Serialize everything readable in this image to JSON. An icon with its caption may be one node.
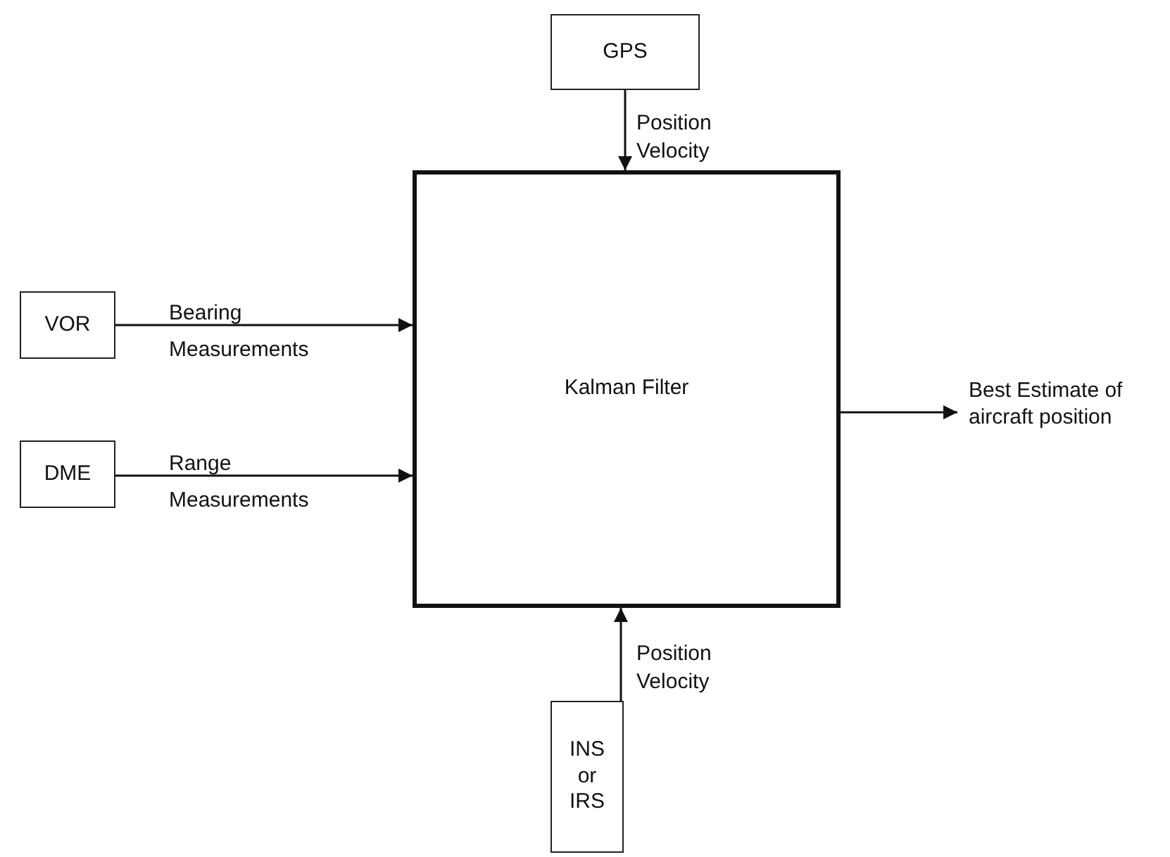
{
  "diagram": {
    "nodes": [
      {
        "text": [
          "GPS"
        ]
      },
      {
        "text": [
          "VOR"
        ]
      },
      {
        "text": [
          "Kalman Filter"
        ]
      },
      {
        "text": [
          "Best Estimate of aircraft position"
        ]
      },
      {
        "text": [
          "DME"
        ]
      },
      {
        "text": [
          "INS or IRS"
        ]
      }
    ],
    "edges": [
      {
        "from": 0,
        "to": 2,
        "arrow": "to",
        "label": "Position Velocity"
      },
      {
        "from": 1,
        "to": 2,
        "arrow": "to",
        "label": "Bearing Measurements"
      },
      {
        "from": 4,
        "to": 2,
        "arrow": "to",
        "label": "Range Measurements"
      },
      {
        "from": 5,
        "to": 2,
        "arrow": "to",
        "label": "Position Velocity"
      },
      {
        "from": 2,
        "to": 3,
        "arrow": "to"
      }
    ]
  }
}
